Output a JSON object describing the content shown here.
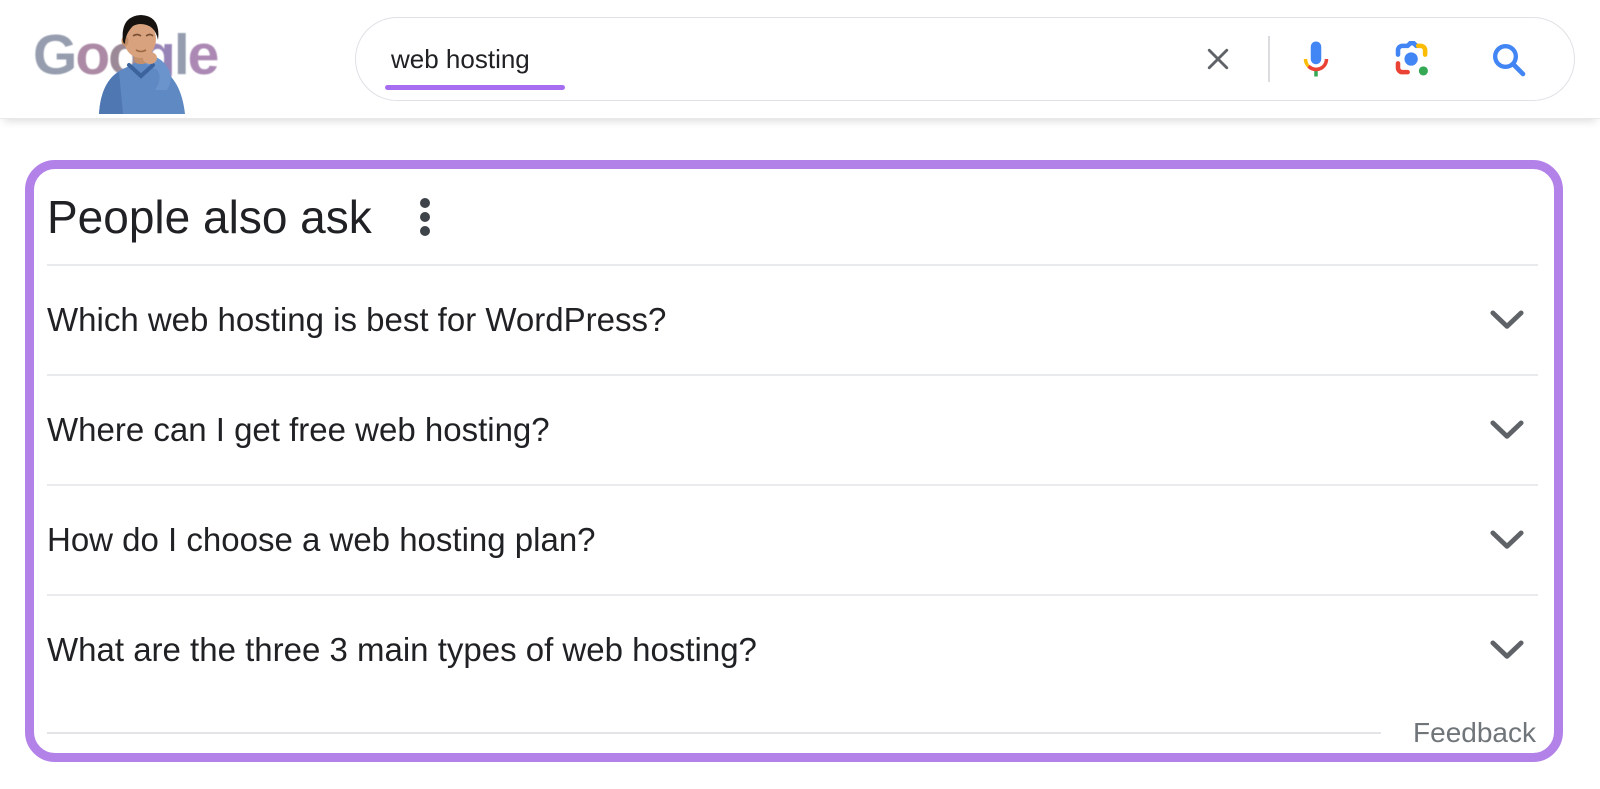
{
  "header": {
    "logo": {
      "name": "Google",
      "doodle": "man-in-blue-shirt-doodle",
      "letters": [
        {
          "char": "G",
          "color": "#8d95a8"
        },
        {
          "char": "o",
          "color": "#a5819e"
        },
        {
          "char": "o",
          "color": "#93808f"
        },
        {
          "char": "g",
          "color": "#8f7ab0"
        },
        {
          "char": "l",
          "color": "#8d95a8"
        },
        {
          "char": "e",
          "color": "#a580ae"
        }
      ]
    },
    "search_bar": {
      "value": "web hosting",
      "clear_glyph": "✕",
      "icons": [
        "clear",
        "voice-search-mic",
        "google-lens-camera",
        "search-magnifier"
      ]
    }
  },
  "annotation": {
    "box_color": "#b382e9",
    "underline_color": "#a76df1"
  },
  "people_also_ask": {
    "title": "People also ask",
    "menu_icon": "kebab-vertical-dots",
    "questions": [
      "Which web hosting is best for WordPress?",
      "Where can I get free web hosting?",
      "How do I choose a web hosting plan?",
      "What are the three 3 main types of web hosting?"
    ],
    "expand_icon": "chevron-down",
    "feedback_label": "Feedback"
  },
  "colors": {
    "text_primary": "#202124",
    "text_secondary": "#70757a",
    "divider": "#e8eaed",
    "icon_gray": "#5f6368",
    "google_blue": "#4285f4",
    "google_red": "#ea4335",
    "google_yellow": "#fbbc05",
    "google_green": "#34a853"
  }
}
